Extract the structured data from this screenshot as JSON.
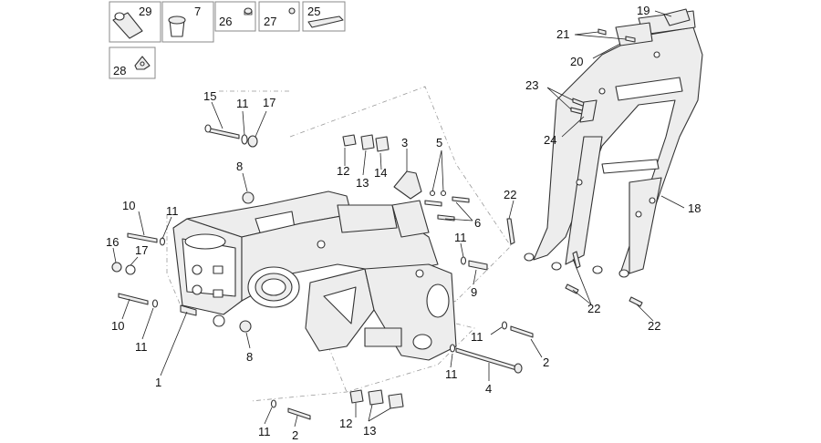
{
  "inset_boxes": [
    {
      "id": "box-29",
      "label": "29"
    },
    {
      "id": "box-7",
      "label": "7"
    },
    {
      "id": "box-26",
      "label": "26"
    },
    {
      "id": "box-27",
      "label": "27"
    },
    {
      "id": "box-25",
      "label": "25"
    },
    {
      "id": "box-28",
      "label": "28"
    }
  ],
  "callouts": {
    "c15": "15",
    "c11a": "11",
    "c17a": "17",
    "c8a": "8",
    "c12a": "12",
    "c13a": "13",
    "c14": "14",
    "c3": "3",
    "c5": "5",
    "c6": "6",
    "c22a": "22",
    "c10a": "10",
    "c11b": "11",
    "c16": "16",
    "c17b": "17",
    "c11c": "11",
    "c9": "9",
    "c10b": "10",
    "c11d": "11",
    "c8b": "8",
    "c1": "1",
    "c11e": "11",
    "c2a": "2",
    "c11f": "11",
    "c4": "4",
    "c12b": "12",
    "c13b": "13",
    "c11g": "11",
    "c2b": "2",
    "c19": "19",
    "c21": "21",
    "c20": "20",
    "c23": "23",
    "c24": "24",
    "c18": "18",
    "c22b": "22",
    "c22c": "22"
  }
}
